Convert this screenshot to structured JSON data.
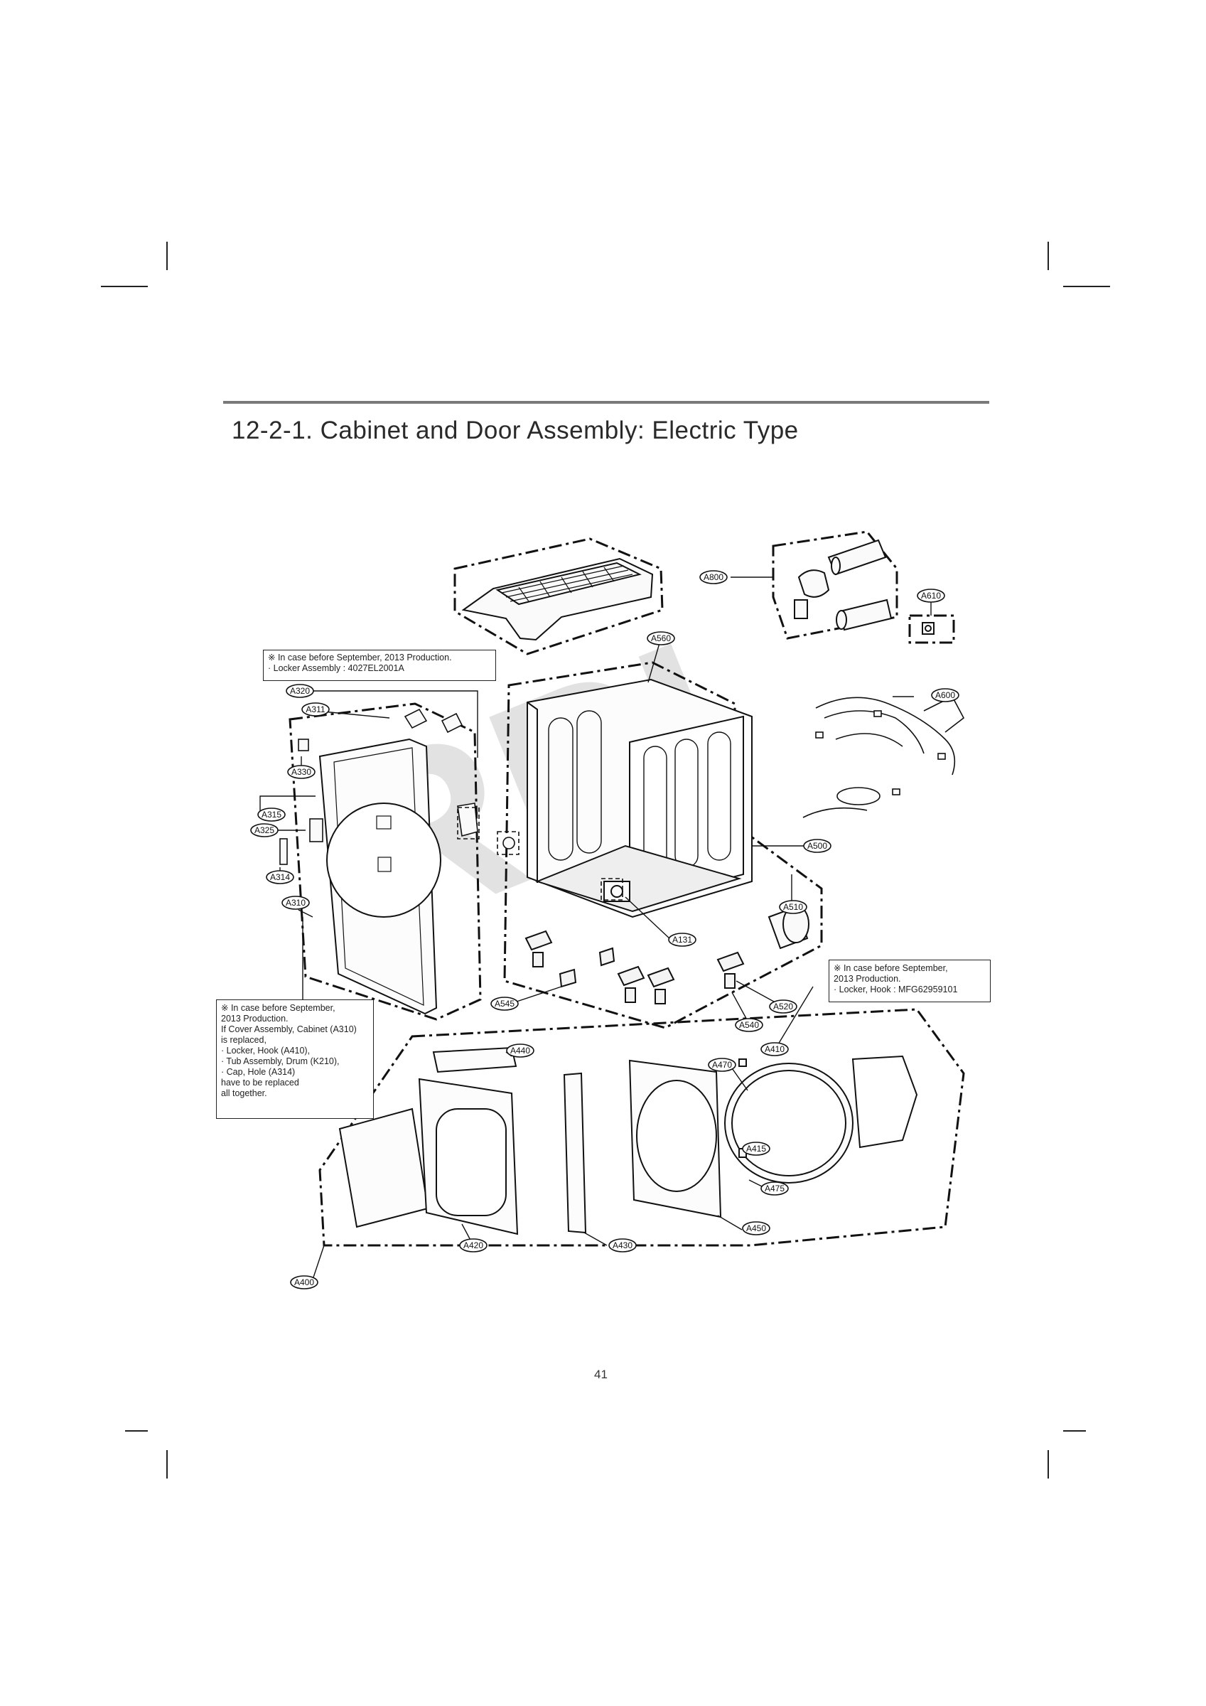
{
  "title": "12-2-1. Cabinet and Door Assembly: Electric Type",
  "page_number": "41",
  "watermark": "RPI",
  "notes": {
    "top_left": [
      "※ In case before September, 2013 Production.",
      " · Locker Assembly : 4027EL2001A"
    ],
    "bottom_left": [
      "※ In case before September,",
      "2013 Production.",
      "If Cover Assembly, Cabinet (A310)",
      "is replaced,",
      " · Locker, Hook (A410),",
      " · Tub Assembly, Drum (K210),",
      " · Cap, Hole (A314)",
      "have to be replaced",
      "all together."
    ],
    "right": [
      "※ In case before September,",
      "2013 Production.",
      " · Locker, Hook : MFG62959101"
    ]
  },
  "part_labels": [
    {
      "id": "A800"
    },
    {
      "id": "A610"
    },
    {
      "id": "A560"
    },
    {
      "id": "A600"
    },
    {
      "id": "A320"
    },
    {
      "id": "A311"
    },
    {
      "id": "A330"
    },
    {
      "id": "A315"
    },
    {
      "id": "A325"
    },
    {
      "id": "A314"
    },
    {
      "id": "A310"
    },
    {
      "id": "A500"
    },
    {
      "id": "A510"
    },
    {
      "id": "A131"
    },
    {
      "id": "A545"
    },
    {
      "id": "A520"
    },
    {
      "id": "A540"
    },
    {
      "id": "A440"
    },
    {
      "id": "A470"
    },
    {
      "id": "A410"
    },
    {
      "id": "A415"
    },
    {
      "id": "A475"
    },
    {
      "id": "A450"
    },
    {
      "id": "A430"
    },
    {
      "id": "A420"
    },
    {
      "id": "A400"
    }
  ]
}
